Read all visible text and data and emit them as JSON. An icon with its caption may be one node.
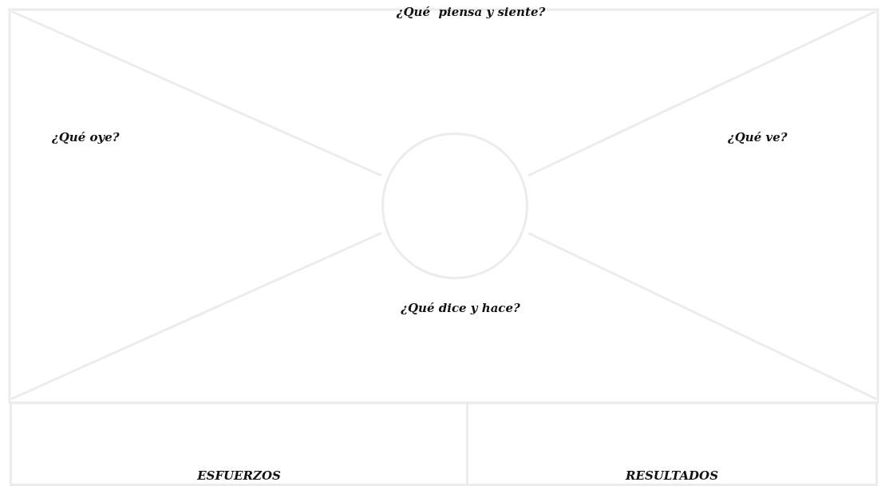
{
  "diagram": {
    "nodes": [
      {
        "text": [
          "¿Qué  piensa y siente?"
        ]
      },
      {
        "text": [
          "¿Qué oye?"
        ]
      },
      {
        "text": [
          "¿Qué ve?"
        ]
      },
      {
        "text": [],
        "shape": "circle"
      },
      {
        "text": [
          "¿Qué dice y hace?"
        ]
      },
      {
        "text": [
          "ESFUERZOS"
        ]
      },
      {
        "text": [
          "RESULTADOS"
        ]
      }
    ],
    "edges": []
  }
}
